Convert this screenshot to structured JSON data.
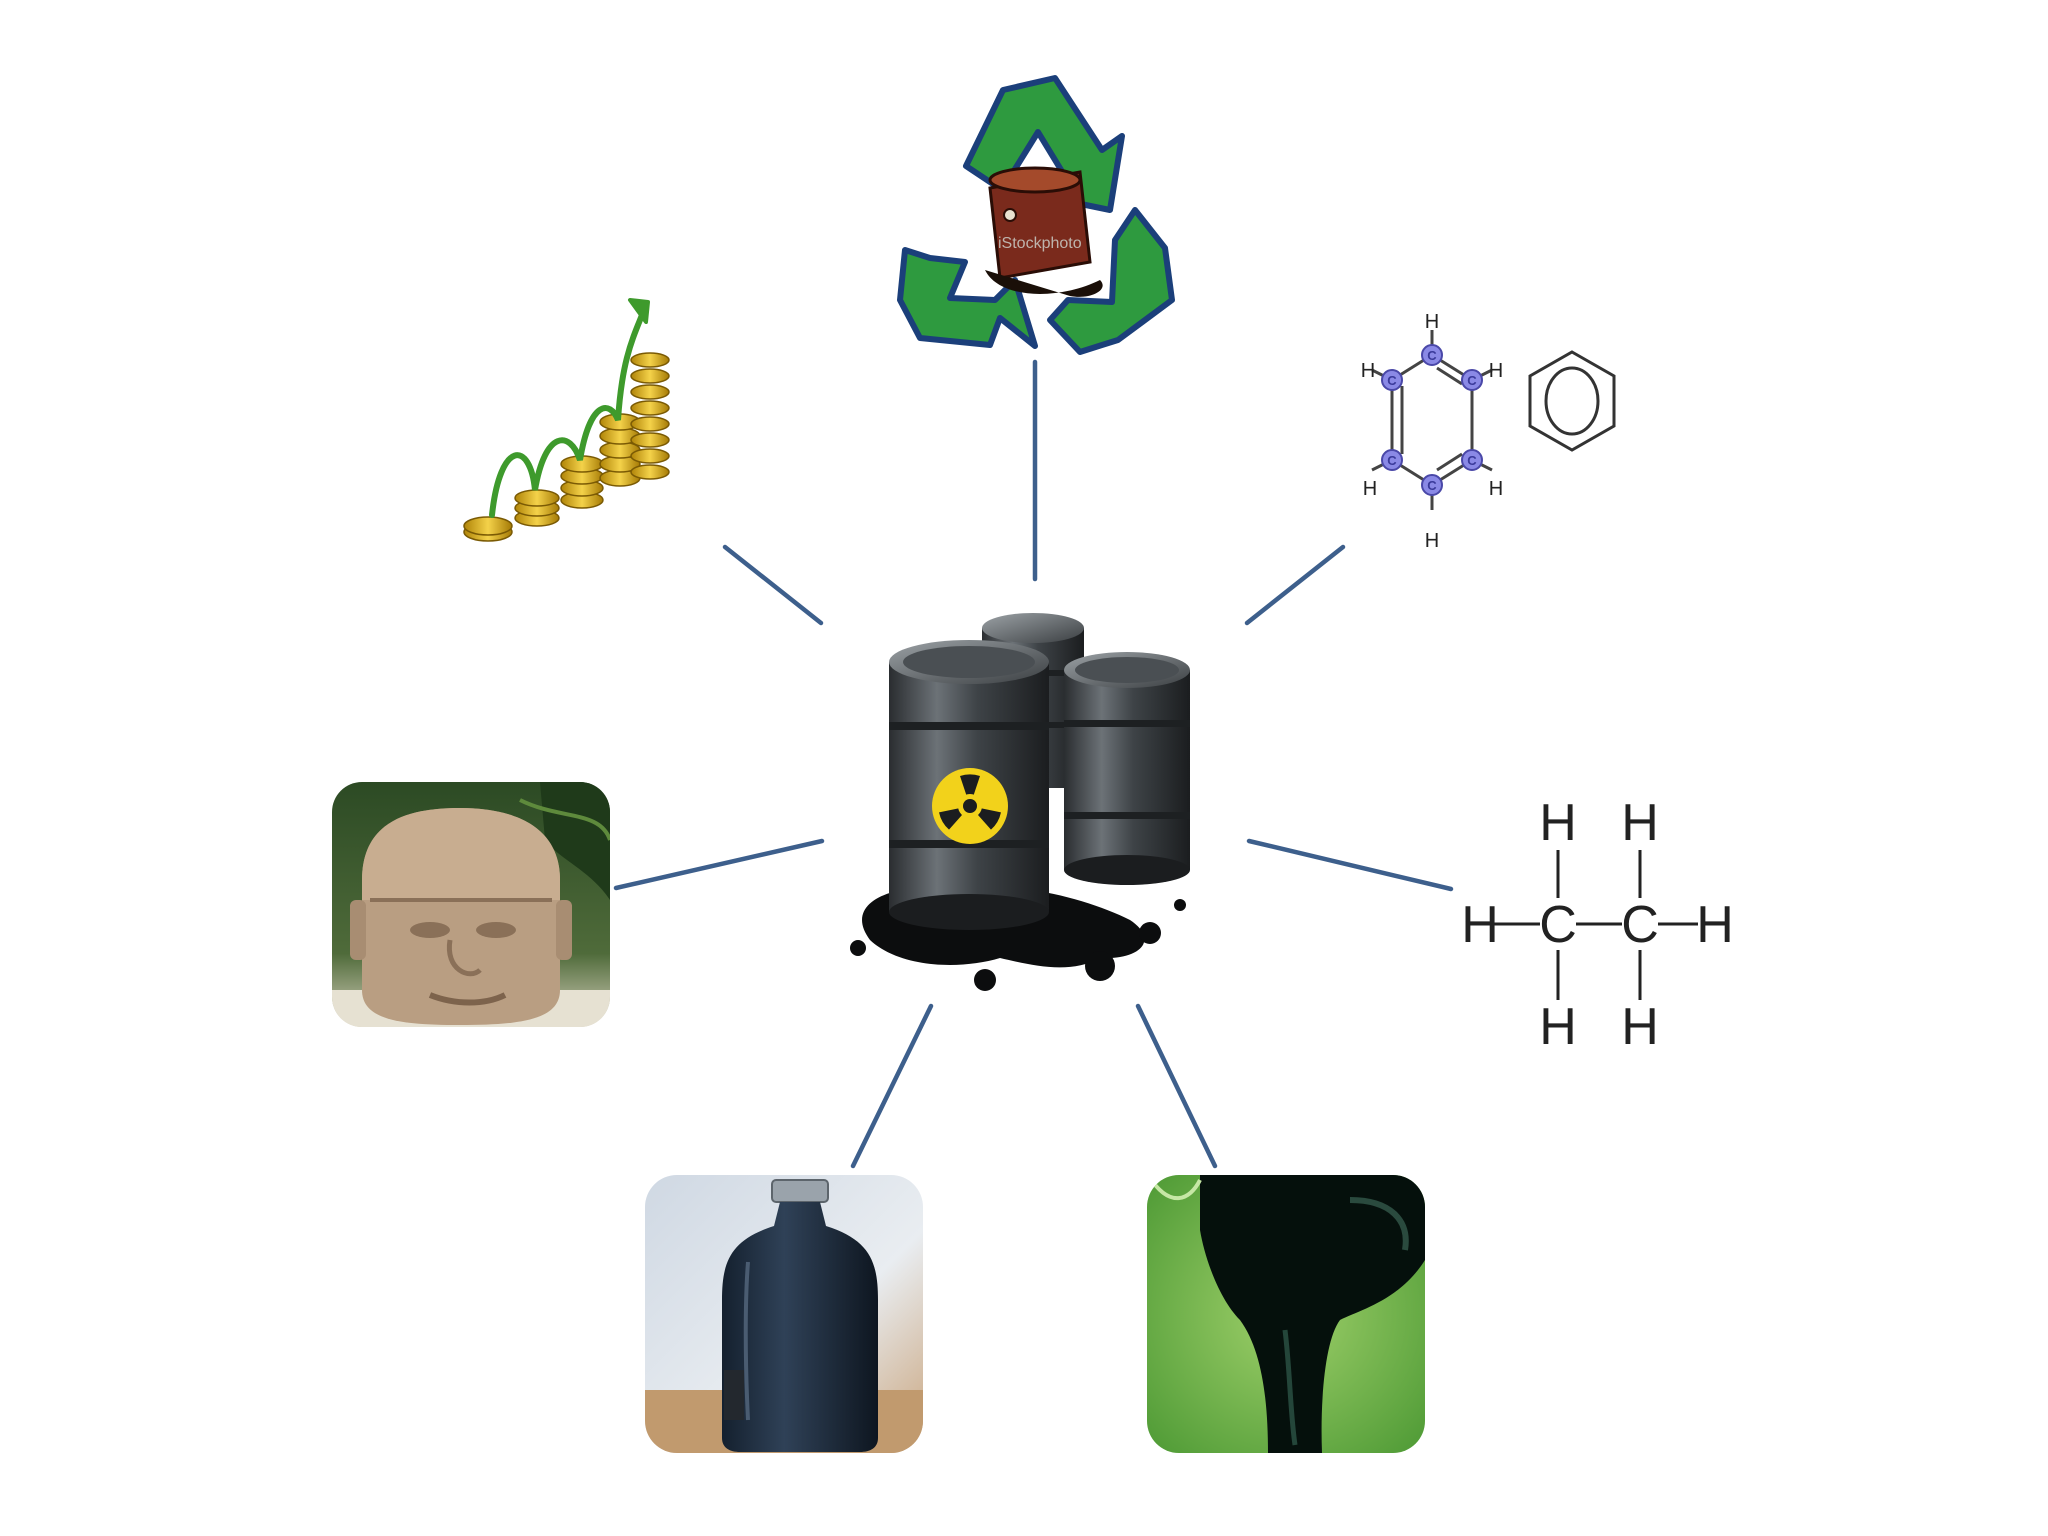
{
  "diagram": {
    "center_node": {
      "icon": "oil-barrels-icon"
    },
    "connector_color": "#3d5f8c",
    "nodes": [
      {
        "name": "recycle-oil-barrel",
        "icon": "recycle-icon"
      },
      {
        "name": "benzene-structure",
        "icon": "benzene-ring-icon",
        "atoms": {
          "carbon": "C",
          "hydrogen": "H"
        }
      },
      {
        "name": "ethane-structure",
        "icon": "ethane-molecule-icon",
        "atoms": {
          "carbon": "C",
          "hydrogen": "H"
        }
      },
      {
        "name": "pouring-oil-photo",
        "icon": "pouring-oil-icon"
      },
      {
        "name": "oil-bottle-photo",
        "icon": "oil-bottle-icon"
      },
      {
        "name": "olmec-head-photo",
        "icon": "olmec-head-icon"
      },
      {
        "name": "rising-coins-chart",
        "icon": "coin-growth-icon"
      }
    ],
    "watermark": "iStockphoto"
  }
}
